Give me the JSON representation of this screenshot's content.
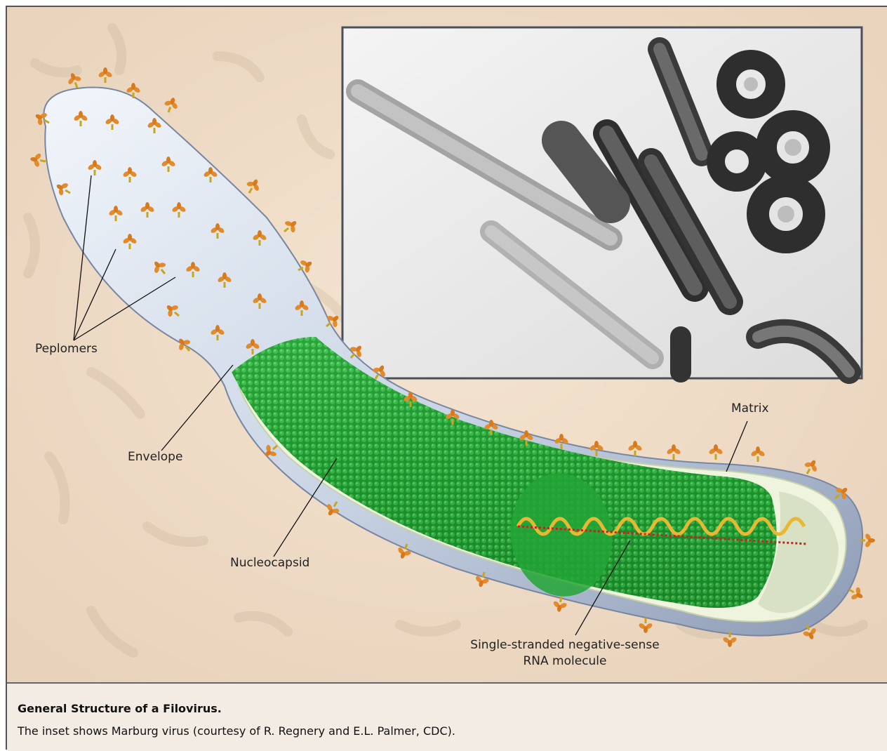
{
  "figure": {
    "labels": {
      "peplomers": "Peplomers",
      "envelope": "Envelope",
      "nucleocapsid": "Nucleocapsid",
      "matrix": "Matrix",
      "rna_line1": "Single-stranded negative-sense",
      "rna_line2": "RNA molecule"
    },
    "inset_image": "electron-micrograph-marburg-virus"
  },
  "caption": {
    "title": "General Structure of a Filovirus.",
    "text": "The inset shows Marburg virus (courtesy of R. Regnery and E.L. Palmer, CDC)."
  },
  "colors": {
    "background": "#efdcc8",
    "envelope": "#d9e3ef",
    "matrix": "#eef4dd",
    "nucleocapsid": "#2aa83a",
    "peplomer": "#e38b2a",
    "rna": "#e8b832"
  }
}
